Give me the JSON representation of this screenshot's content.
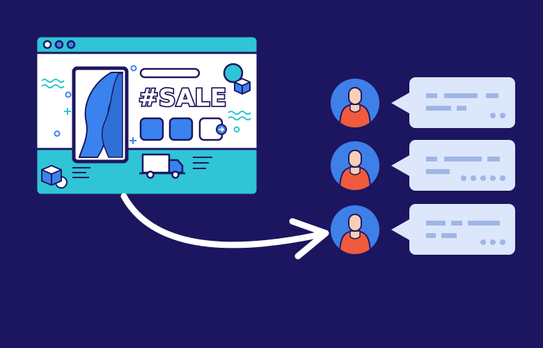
{
  "scene": {
    "description_free": true
  },
  "promo": {
    "headline": "#SALE"
  },
  "colors": {
    "background": "#1c1660",
    "teal": "#2fc4d6",
    "blue": "#3a82ee",
    "bubble": "#dce7fb",
    "bubble_detail": "#9fb6e6",
    "avatar_bg": "#3f7fe8",
    "avatar_shirt": "#ef5b3c",
    "avatar_skin": "#f8cfb6"
  },
  "icons": {
    "window": "browser-window-icon",
    "product": "phone-product-icon",
    "delivery": "delivery-truck-icon",
    "cube": "cube-icon",
    "arrow": "curved-arrow-icon",
    "user": "user-avatar-icon",
    "message": "chat-bubble-icon"
  },
  "messages": [
    {
      "dots": 2
    },
    {
      "dots": 5
    },
    {
      "dots": 3
    }
  ]
}
